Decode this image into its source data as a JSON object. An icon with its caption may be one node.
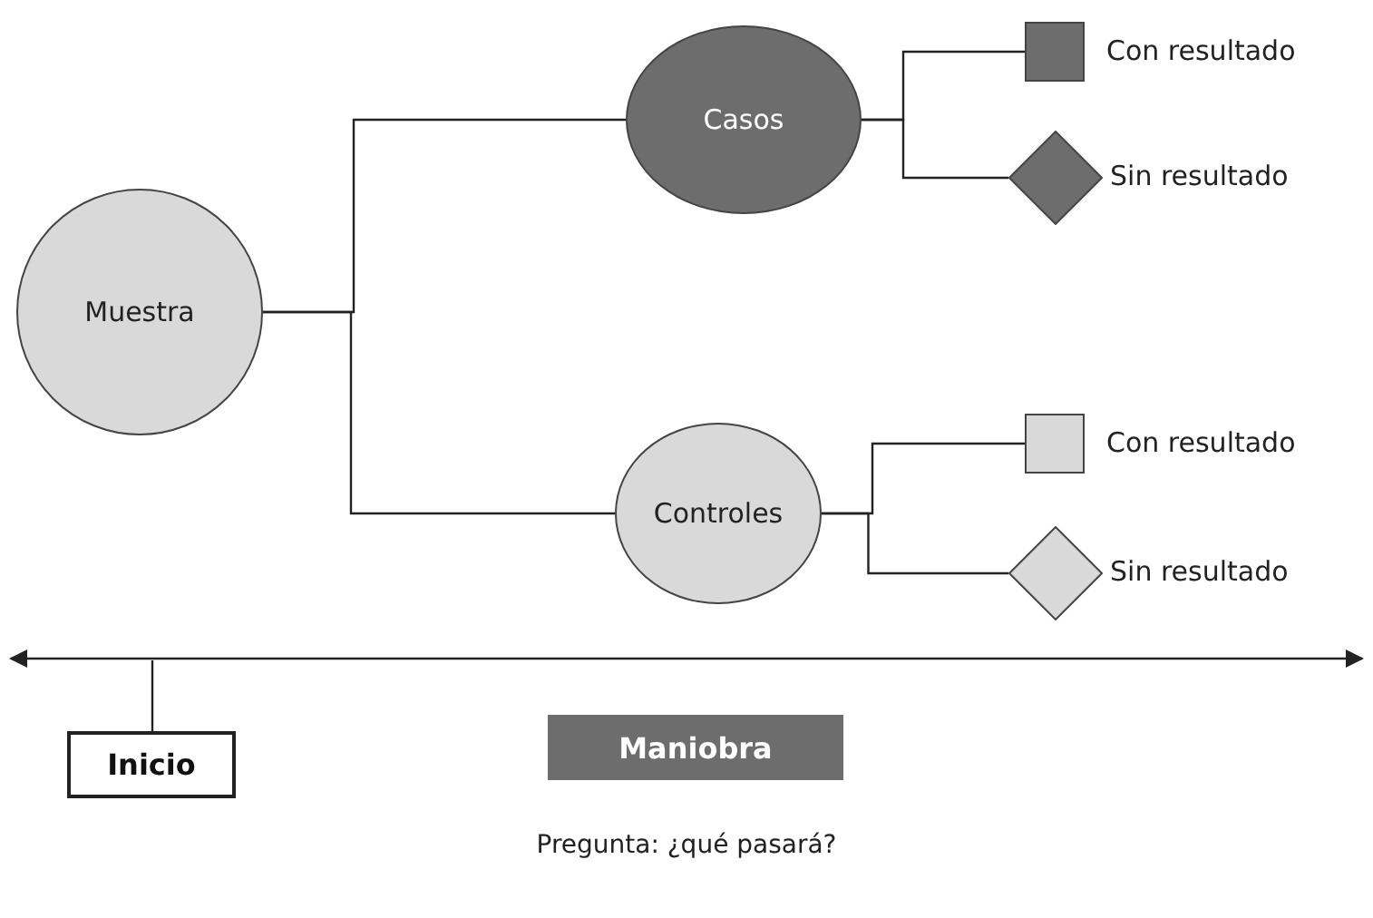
{
  "diagram": {
    "caption": "Pregunta: ¿qué pasará?",
    "nodes": [
      {
        "text": [
          "Muestra"
        ]
      },
      {
        "text": [
          "Casos"
        ]
      },
      {
        "text": [
          "Controles"
        ]
      },
      {
        "text": [],
        "shape": "box",
        "beside": [
          "Con resultado"
        ]
      },
      {
        "text": [],
        "shape": "diamond",
        "beside": [
          "Sin resultado"
        ]
      },
      {
        "text": [],
        "shape": "box",
        "beside": [
          "Con resultado"
        ]
      },
      {
        "text": [],
        "shape": "diamond",
        "beside": [
          "Sin resultado"
        ]
      },
      {
        "text": [
          "Inicio"
        ]
      },
      {
        "text": [
          "Maniobra"
        ]
      }
    ],
    "edges": [
      {
        "from": 0,
        "to": 1,
        "arrow": "none"
      },
      {
        "from": 0,
        "to": 2,
        "arrow": "none"
      },
      {
        "from": 1,
        "to": 3,
        "arrow": "none"
      },
      {
        "from": 1,
        "to": 4,
        "arrow": "none"
      },
      {
        "from": 2,
        "to": 5,
        "arrow": "none"
      },
      {
        "from": 2,
        "to": 6,
        "arrow": "none"
      },
      {
        "from": 7,
        "to": null,
        "arrow": "none"
      }
    ]
  }
}
